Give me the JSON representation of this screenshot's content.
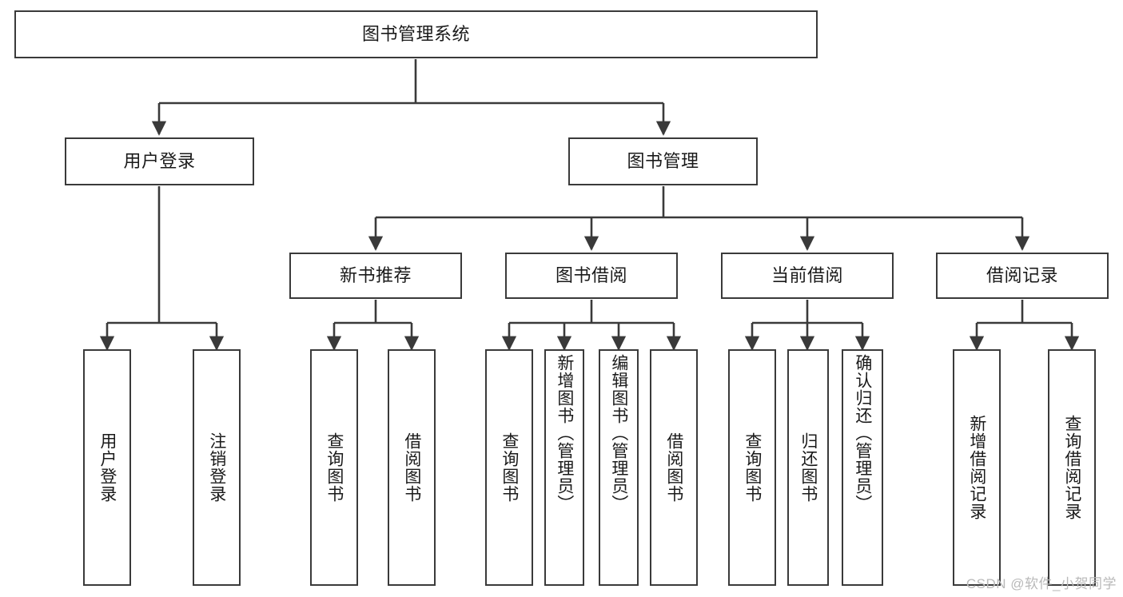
{
  "diagram": {
    "type": "tree-hierarchy",
    "title": "图书管理系统",
    "watermark": "CSDN @软件_小贺同学",
    "colors": {
      "box_border": "#3a3a3a",
      "box_fill": "#ffffff",
      "edge": "#3a3a3a",
      "text": "#1a1a1a",
      "watermark": "#b9b9b9"
    },
    "nodes": {
      "root": {
        "label": "图书管理系统"
      },
      "level2": [
        {
          "id": "user-login",
          "label": "用户登录"
        },
        {
          "id": "book-manage",
          "label": "图书管理"
        }
      ],
      "level3": [
        {
          "id": "new-book-recommend",
          "label": "新书推荐"
        },
        {
          "id": "book-borrow",
          "label": "图书借阅"
        },
        {
          "id": "current-borrow",
          "label": "当前借阅"
        },
        {
          "id": "borrow-record",
          "label": "借阅记录"
        }
      ],
      "leaves": {
        "user_login": [
          {
            "id": "leaf-user-login",
            "label": "用户登录"
          },
          {
            "id": "leaf-logout",
            "label": "注销登录"
          }
        ],
        "new_book_recommend": [
          {
            "id": "leaf-query-book-1",
            "label": "查询图书"
          },
          {
            "id": "leaf-borrow-book-1",
            "label": "借阅图书"
          }
        ],
        "book_borrow": [
          {
            "id": "leaf-query-book-2",
            "label": "查询图书"
          },
          {
            "id": "leaf-add-book",
            "label": "新增图书（管理员）"
          },
          {
            "id": "leaf-edit-book",
            "label": "编辑图书（管理员）"
          },
          {
            "id": "leaf-borrow-book-2",
            "label": "借阅图书"
          }
        ],
        "current_borrow": [
          {
            "id": "leaf-query-book-3",
            "label": "查询图书"
          },
          {
            "id": "leaf-return-book",
            "label": "归还图书"
          },
          {
            "id": "leaf-confirm-return",
            "label": "确认归还（管理员）"
          }
        ],
        "borrow_record": [
          {
            "id": "leaf-add-record",
            "label": "新增借阅记录"
          },
          {
            "id": "leaf-query-record",
            "label": "查询借阅记录"
          }
        ]
      }
    }
  }
}
